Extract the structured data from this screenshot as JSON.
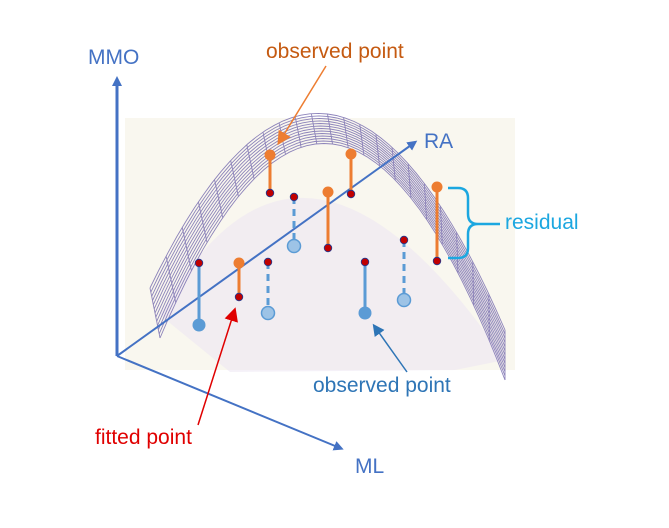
{
  "axes": {
    "vertical": "MMO",
    "depth": "RA",
    "horizontal": "ML"
  },
  "annotations": {
    "observed_top": "observed point",
    "observed_bottom": "observed point",
    "fitted": "fitted point",
    "residual": "residual"
  },
  "colors": {
    "axis": "#4472C4",
    "axis_label": "#4472C4",
    "surface_fill": "#f3eede",
    "mesh": "#7a6fb0",
    "observed_above": "#ED7D31",
    "observed_below": "#5B9BD5",
    "fitted": "#C00000",
    "observed_label_top": "#C55A11",
    "observed_label_bottom": "#2E75B6",
    "fitted_label": "#E00000",
    "residual": "#1CA7E0"
  }
}
